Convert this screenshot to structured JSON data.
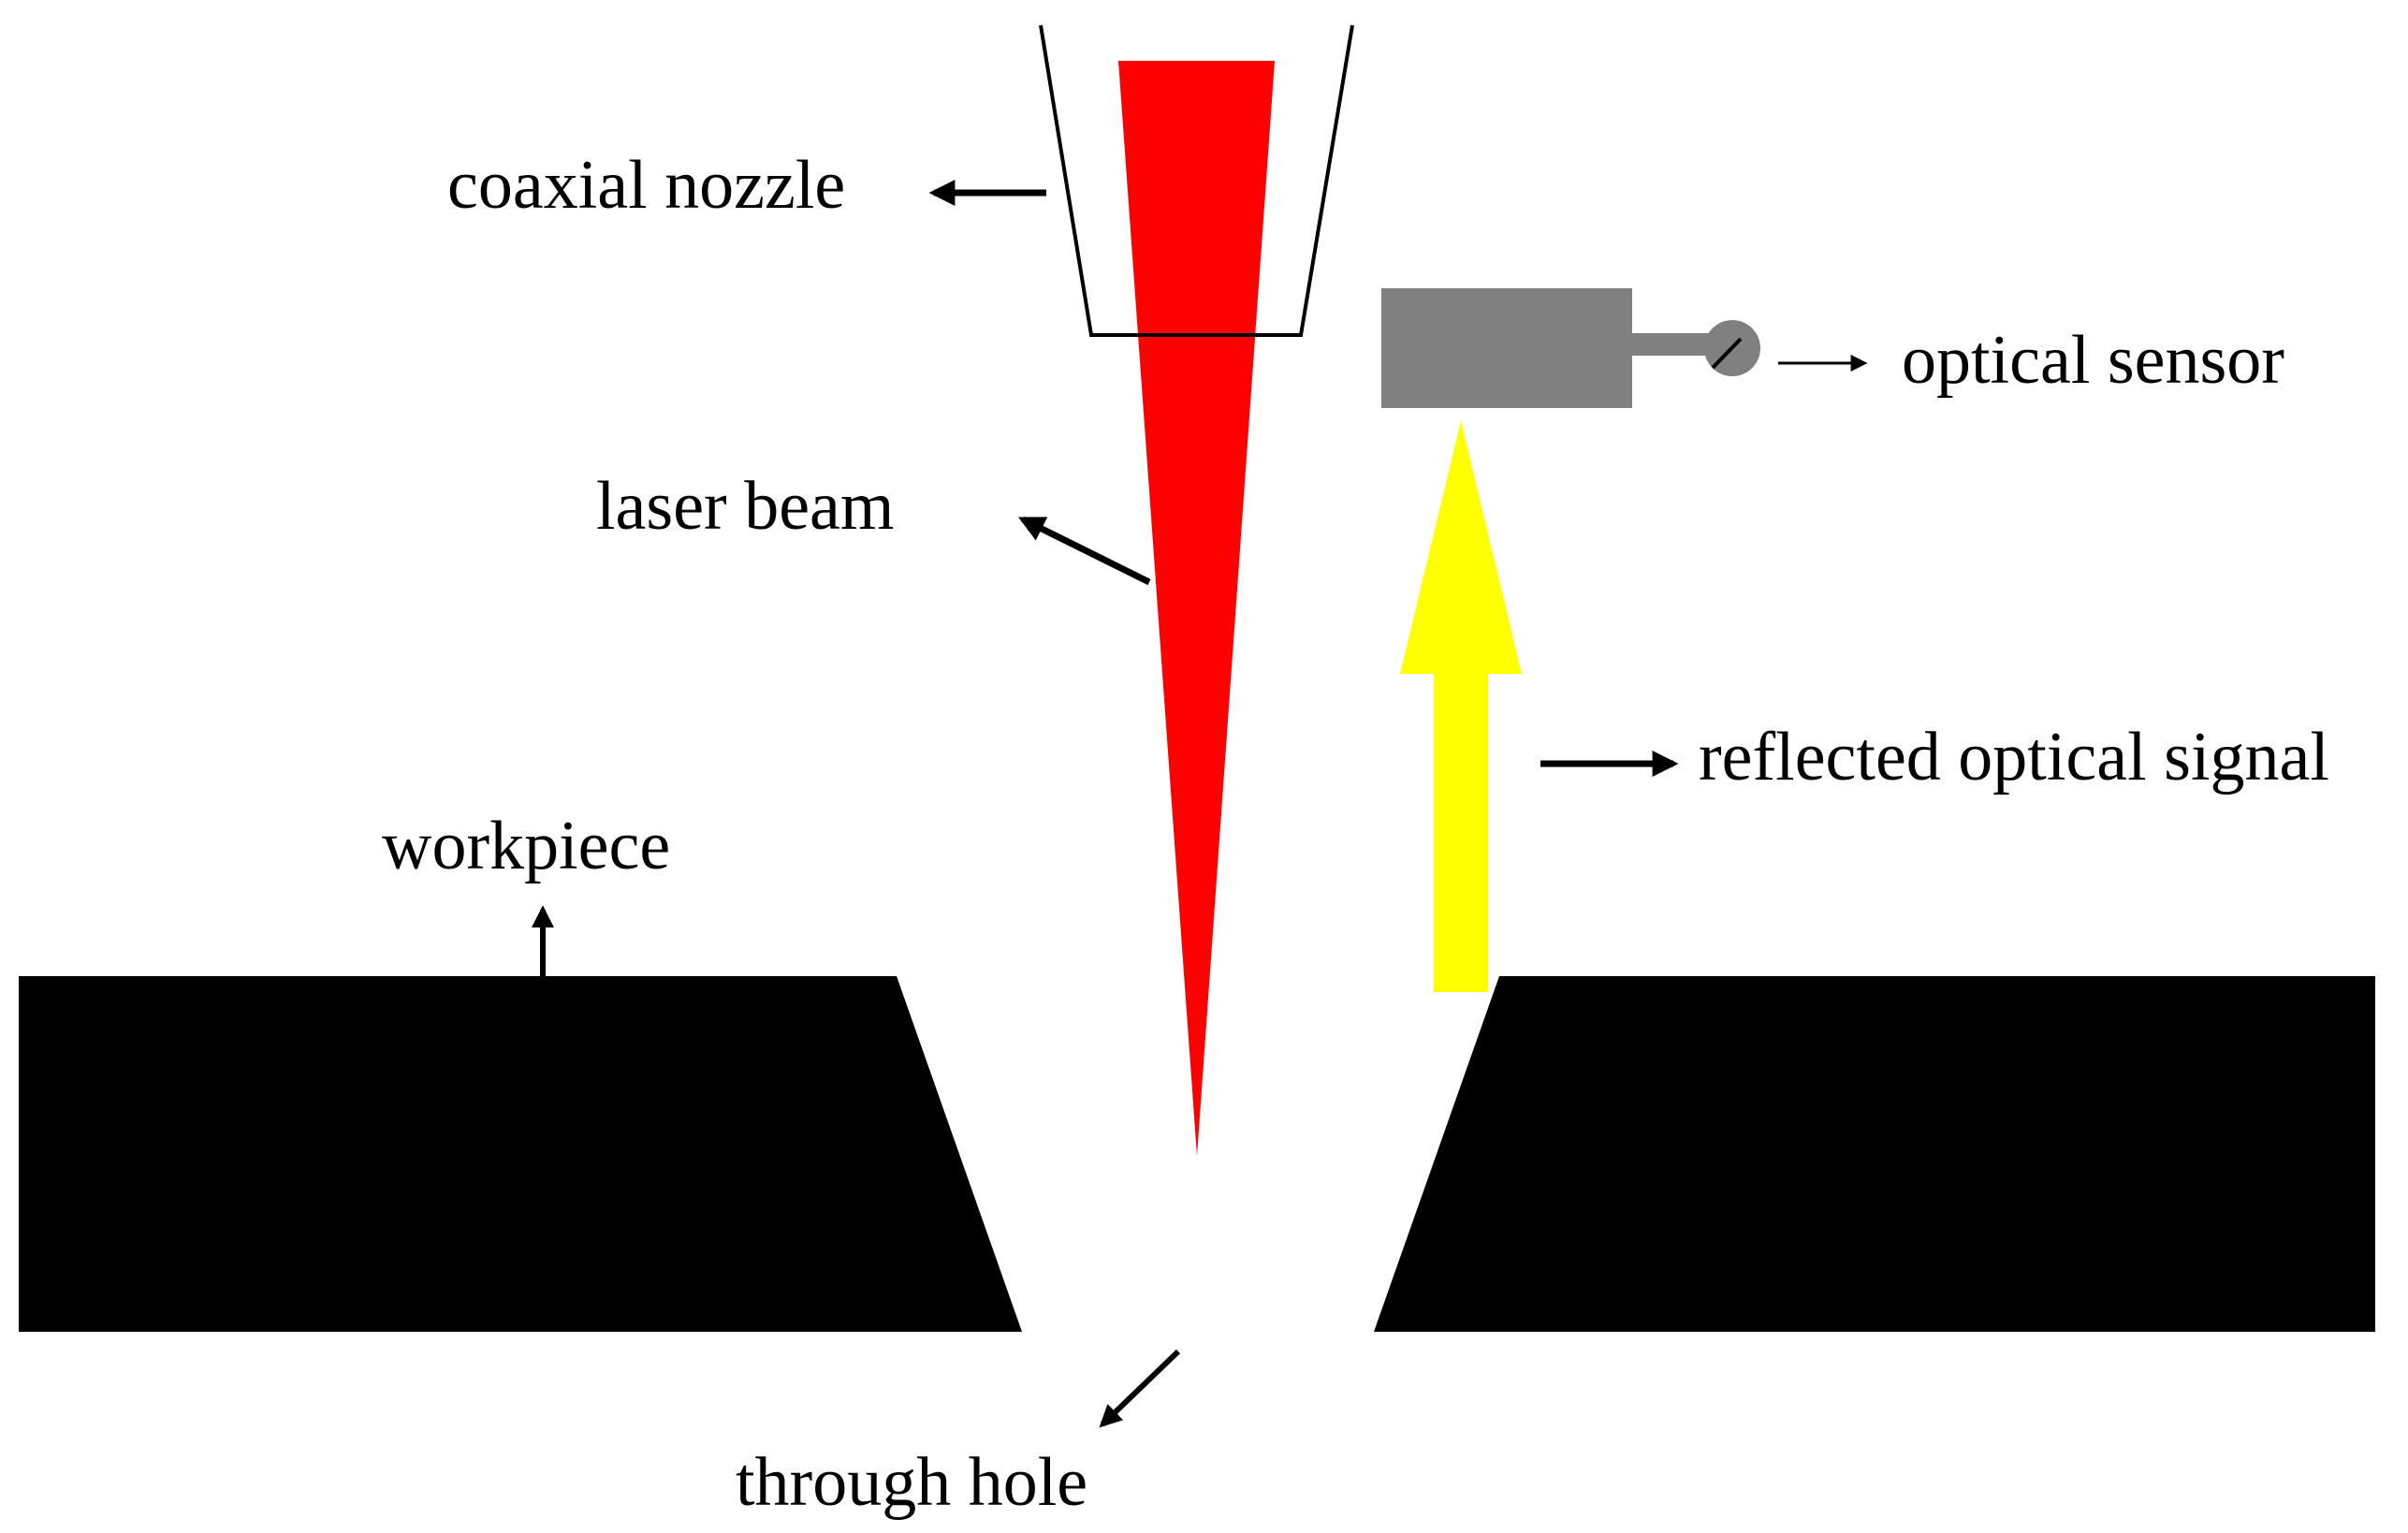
{
  "labels": {
    "coaxial_nozzle": "coaxial nozzle",
    "optical_sensor": "optical sensor",
    "laser_beam": "laser beam",
    "reflected_optical_signal": "reflected optical signal",
    "workpiece": "workpiece",
    "through_hole": "through hole"
  },
  "colors": {
    "laser_beam": "#ff0000",
    "reflected_signal": "#ffff00",
    "sensor_body": "#808080",
    "workpiece": "#000000",
    "nozzle_outline": "#000000",
    "text": "#000000"
  },
  "icons": {
    "sensor_lens": "sensor-lens-icon",
    "leader_arrow": "arrow-icon"
  }
}
